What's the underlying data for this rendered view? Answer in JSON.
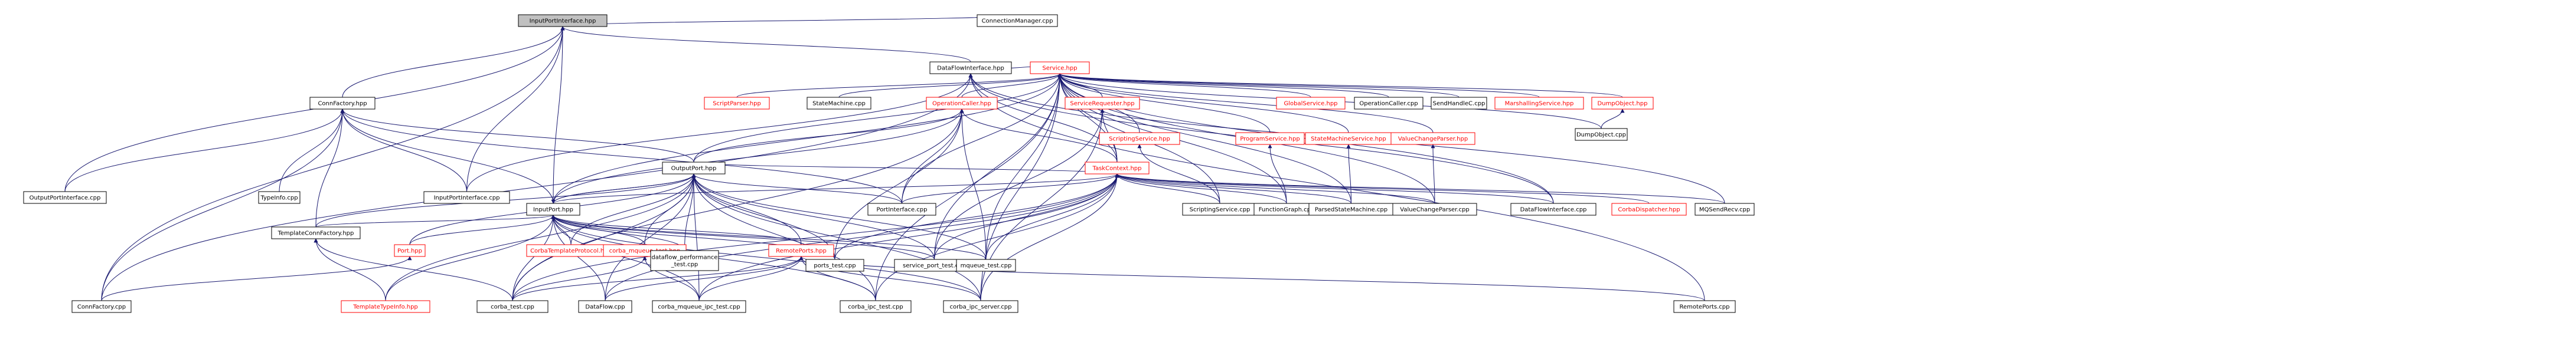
{
  "graph": {
    "kind": "included-by dependency graph",
    "colors": {
      "edge": "#191970",
      "node_border": "#000000",
      "node_fill": "#ffffff",
      "root_fill": "#c0c0c0",
      "incomplete_border": "#ff0000",
      "incomplete_text": "#ff0000"
    },
    "nodes": [
      {
        "id": "n1",
        "label": "InputPortInterface.hpp",
        "style": "root"
      },
      {
        "id": "n2",
        "label": "DataFlowInterface.hpp",
        "style": "plain"
      },
      {
        "id": "n3",
        "label": "ConnectionManager.cpp",
        "style": "plain"
      },
      {
        "id": "n4",
        "label": "ConnFactory.hpp",
        "style": "plain"
      },
      {
        "id": "n5",
        "label": "Service.hpp",
        "style": "warn"
      },
      {
        "id": "n6",
        "label": "OutputPortInterface.cpp",
        "style": "plain"
      },
      {
        "id": "n7",
        "label": "TypeInfo.cpp",
        "style": "plain"
      },
      {
        "id": "n8",
        "label": "InputPortInterface.cpp",
        "style": "plain"
      },
      {
        "id": "n9",
        "label": "ScriptParser.hpp",
        "style": "warn"
      },
      {
        "id": "n10",
        "label": "StateMachine.cpp",
        "style": "plain"
      },
      {
        "id": "n11",
        "label": "OperationCaller.hpp",
        "style": "warn"
      },
      {
        "id": "n12",
        "label": "ServiceRequester.hpp",
        "style": "warn"
      },
      {
        "id": "n13",
        "label": "GlobalService.hpp",
        "style": "warn"
      },
      {
        "id": "n14",
        "label": "OperationCaller.cpp",
        "style": "plain"
      },
      {
        "id": "n15",
        "label": "SendHandleC.cpp",
        "style": "plain"
      },
      {
        "id": "n16",
        "label": "MarshallingService.hpp",
        "style": "warn"
      },
      {
        "id": "n17",
        "label": "DumpObject.hpp",
        "style": "warn"
      },
      {
        "id": "n18",
        "label": "DumpObject.cpp",
        "style": "plain"
      },
      {
        "id": "n19",
        "label": "OutputPort.hpp",
        "style": "plain"
      },
      {
        "id": "n20",
        "label": "TaskContext.hpp",
        "style": "warn"
      },
      {
        "id": "n21",
        "label": "ScriptingService.hpp",
        "style": "warn"
      },
      {
        "id": "n22",
        "label": "ProgramService.hpp",
        "style": "warn"
      },
      {
        "id": "n23",
        "label": "StateMachineService.hpp",
        "style": "warn"
      },
      {
        "id": "n24",
        "label": "ValueChangeParser.hpp",
        "style": "warn"
      },
      {
        "id": "n25",
        "label": "InputPort.hpp",
        "style": "plain"
      },
      {
        "id": "n26",
        "label": "PortInterface.cpp",
        "style": "plain"
      },
      {
        "id": "n27",
        "label": "ScriptingService.cpp",
        "style": "plain"
      },
      {
        "id": "n28",
        "label": "FunctionGraph.cpp",
        "style": "plain"
      },
      {
        "id": "n29",
        "label": "ParsedStateMachine.cpp",
        "style": "plain"
      },
      {
        "id": "n30",
        "label": "ValueChangeParser.cpp",
        "style": "plain"
      },
      {
        "id": "n31",
        "label": "DataFlowInterface.cpp",
        "style": "plain"
      },
      {
        "id": "n32",
        "label": "CorbaDispatcher.hpp",
        "style": "warn"
      },
      {
        "id": "n33",
        "label": "MQSendRecv.cpp",
        "style": "plain"
      },
      {
        "id": "n34",
        "label": "TemplateConnFactory.hpp",
        "style": "plain"
      },
      {
        "id": "n35",
        "label": "Port.hpp",
        "style": "warn"
      },
      {
        "id": "n36",
        "label": "CorbaTemplateProtocol.hpp",
        "style": "warn"
      },
      {
        "id": "n37",
        "label": "corba_mqueue_test.hpp",
        "style": "warn"
      },
      {
        "id": "n38",
        "label": "dataflow_performance\n_test.cpp",
        "style": "plain"
      },
      {
        "id": "n39",
        "label": "RemotePorts.hpp",
        "style": "warn"
      },
      {
        "id": "n40",
        "label": "ports_test.cpp",
        "style": "plain"
      },
      {
        "id": "n41",
        "label": "service_port_test.cpp",
        "style": "plain"
      },
      {
        "id": "n42",
        "label": "mqueue_test.cpp",
        "style": "plain"
      },
      {
        "id": "n43",
        "label": "ConnFactory.cpp",
        "style": "plain"
      },
      {
        "id": "n44",
        "label": "TemplateTypeInfo.hpp",
        "style": "warn"
      },
      {
        "id": "n45",
        "label": "corba_test.cpp",
        "style": "plain"
      },
      {
        "id": "n46",
        "label": "DataFlow.cpp",
        "style": "plain"
      },
      {
        "id": "n47",
        "label": "corba_mqueue_ipc_test.cpp",
        "style": "plain"
      },
      {
        "id": "n48",
        "label": "corba_ipc_test.cpp",
        "style": "plain"
      },
      {
        "id": "n49",
        "label": "corba_ipc_server.cpp",
        "style": "plain"
      },
      {
        "id": "n50",
        "label": "RemotePorts.cpp",
        "style": "plain"
      }
    ],
    "edges": [
      [
        "n2",
        "n1"
      ],
      [
        "n3",
        "n1"
      ],
      [
        "n4",
        "n1"
      ],
      [
        "n6",
        "n1"
      ],
      [
        "n8",
        "n1"
      ],
      [
        "n25",
        "n1"
      ],
      [
        "n43",
        "n1"
      ],
      [
        "n5",
        "n2"
      ],
      [
        "n20",
        "n2"
      ],
      [
        "n31",
        "n2"
      ],
      [
        "n33",
        "n2"
      ],
      [
        "n8",
        "n2"
      ],
      [
        "n43",
        "n2"
      ],
      [
        "n50",
        "n2"
      ],
      [
        "n6",
        "n4"
      ],
      [
        "n7",
        "n4"
      ],
      [
        "n8",
        "n4"
      ],
      [
        "n19",
        "n4"
      ],
      [
        "n25",
        "n4"
      ],
      [
        "n34",
        "n4"
      ],
      [
        "n43",
        "n4"
      ],
      [
        "n26",
        "n4"
      ],
      [
        "n9",
        "n5"
      ],
      [
        "n10",
        "n5"
      ],
      [
        "n11",
        "n5"
      ],
      [
        "n12",
        "n5"
      ],
      [
        "n13",
        "n5"
      ],
      [
        "n14",
        "n5"
      ],
      [
        "n15",
        "n5"
      ],
      [
        "n16",
        "n5"
      ],
      [
        "n17",
        "n5"
      ],
      [
        "n18",
        "n5"
      ],
      [
        "n19",
        "n5"
      ],
      [
        "n20",
        "n5"
      ],
      [
        "n21",
        "n5"
      ],
      [
        "n22",
        "n5"
      ],
      [
        "n23",
        "n5"
      ],
      [
        "n24",
        "n5"
      ],
      [
        "n25",
        "n5"
      ],
      [
        "n26",
        "n5"
      ],
      [
        "n27",
        "n5"
      ],
      [
        "n28",
        "n5"
      ],
      [
        "n29",
        "n5"
      ],
      [
        "n30",
        "n5"
      ],
      [
        "n31",
        "n5"
      ],
      [
        "n42",
        "n5"
      ],
      [
        "n41",
        "n5"
      ],
      [
        "n48",
        "n5"
      ],
      [
        "n49",
        "n5"
      ],
      [
        "n18",
        "n17"
      ],
      [
        "n19",
        "n11"
      ],
      [
        "n25",
        "n11"
      ],
      [
        "n26",
        "n11"
      ],
      [
        "n40",
        "n11"
      ],
      [
        "n42",
        "n11"
      ],
      [
        "n45",
        "n11"
      ],
      [
        "n20",
        "n11"
      ],
      [
        "n20",
        "n12"
      ],
      [
        "n41",
        "n12"
      ],
      [
        "n49",
        "n12"
      ],
      [
        "n27",
        "n21"
      ],
      [
        "n28",
        "n22"
      ],
      [
        "n29",
        "n23"
      ],
      [
        "n30",
        "n24"
      ],
      [
        "n25",
        "n19"
      ],
      [
        "n34",
        "n19"
      ],
      [
        "n35",
        "n19"
      ],
      [
        "n36",
        "n19"
      ],
      [
        "n37",
        "n19"
      ],
      [
        "n38",
        "n19"
      ],
      [
        "n39",
        "n19"
      ],
      [
        "n40",
        "n19"
      ],
      [
        "n41",
        "n19"
      ],
      [
        "n42",
        "n19"
      ],
      [
        "n44",
        "n19"
      ],
      [
        "n45",
        "n19"
      ],
      [
        "n46",
        "n19"
      ],
      [
        "n26",
        "n19"
      ],
      [
        "n47",
        "n19"
      ],
      [
        "n48",
        "n19"
      ],
      [
        "n49",
        "n19"
      ],
      [
        "n19",
        "n25"
      ],
      [
        "n34",
        "n25"
      ],
      [
        "n35",
        "n25"
      ],
      [
        "n36",
        "n25"
      ],
      [
        "n37",
        "n25"
      ],
      [
        "n38",
        "n25"
      ],
      [
        "n39",
        "n25"
      ],
      [
        "n40",
        "n25"
      ],
      [
        "n41",
        "n25"
      ],
      [
        "n42",
        "n25"
      ],
      [
        "n44",
        "n25"
      ],
      [
        "n45",
        "n25"
      ],
      [
        "n46",
        "n25"
      ],
      [
        "n47",
        "n25"
      ],
      [
        "n48",
        "n25"
      ],
      [
        "n49",
        "n25"
      ],
      [
        "n19",
        "n20"
      ],
      [
        "n25",
        "n20"
      ],
      [
        "n26",
        "n20"
      ],
      [
        "n27",
        "n20"
      ],
      [
        "n28",
        "n20"
      ],
      [
        "n29",
        "n20"
      ],
      [
        "n30",
        "n20"
      ],
      [
        "n31",
        "n20"
      ],
      [
        "n32",
        "n20"
      ],
      [
        "n33",
        "n20"
      ],
      [
        "n40",
        "n20"
      ],
      [
        "n41",
        "n20"
      ],
      [
        "n42",
        "n20"
      ],
      [
        "n45",
        "n20"
      ],
      [
        "n47",
        "n20"
      ],
      [
        "n48",
        "n20"
      ],
      [
        "n49",
        "n20"
      ],
      [
        "n46",
        "n20"
      ],
      [
        "n43",
        "n35"
      ],
      [
        "n44",
        "n34"
      ],
      [
        "n45",
        "n34"
      ],
      [
        "n45",
        "n37"
      ],
      [
        "n47",
        "n37"
      ],
      [
        "n45",
        "n39"
      ],
      [
        "n46",
        "n39"
      ],
      [
        "n47",
        "n39"
      ],
      [
        "n48",
        "n39"
      ],
      [
        "n49",
        "n39"
      ],
      [
        "n50",
        "n39"
      ]
    ]
  }
}
